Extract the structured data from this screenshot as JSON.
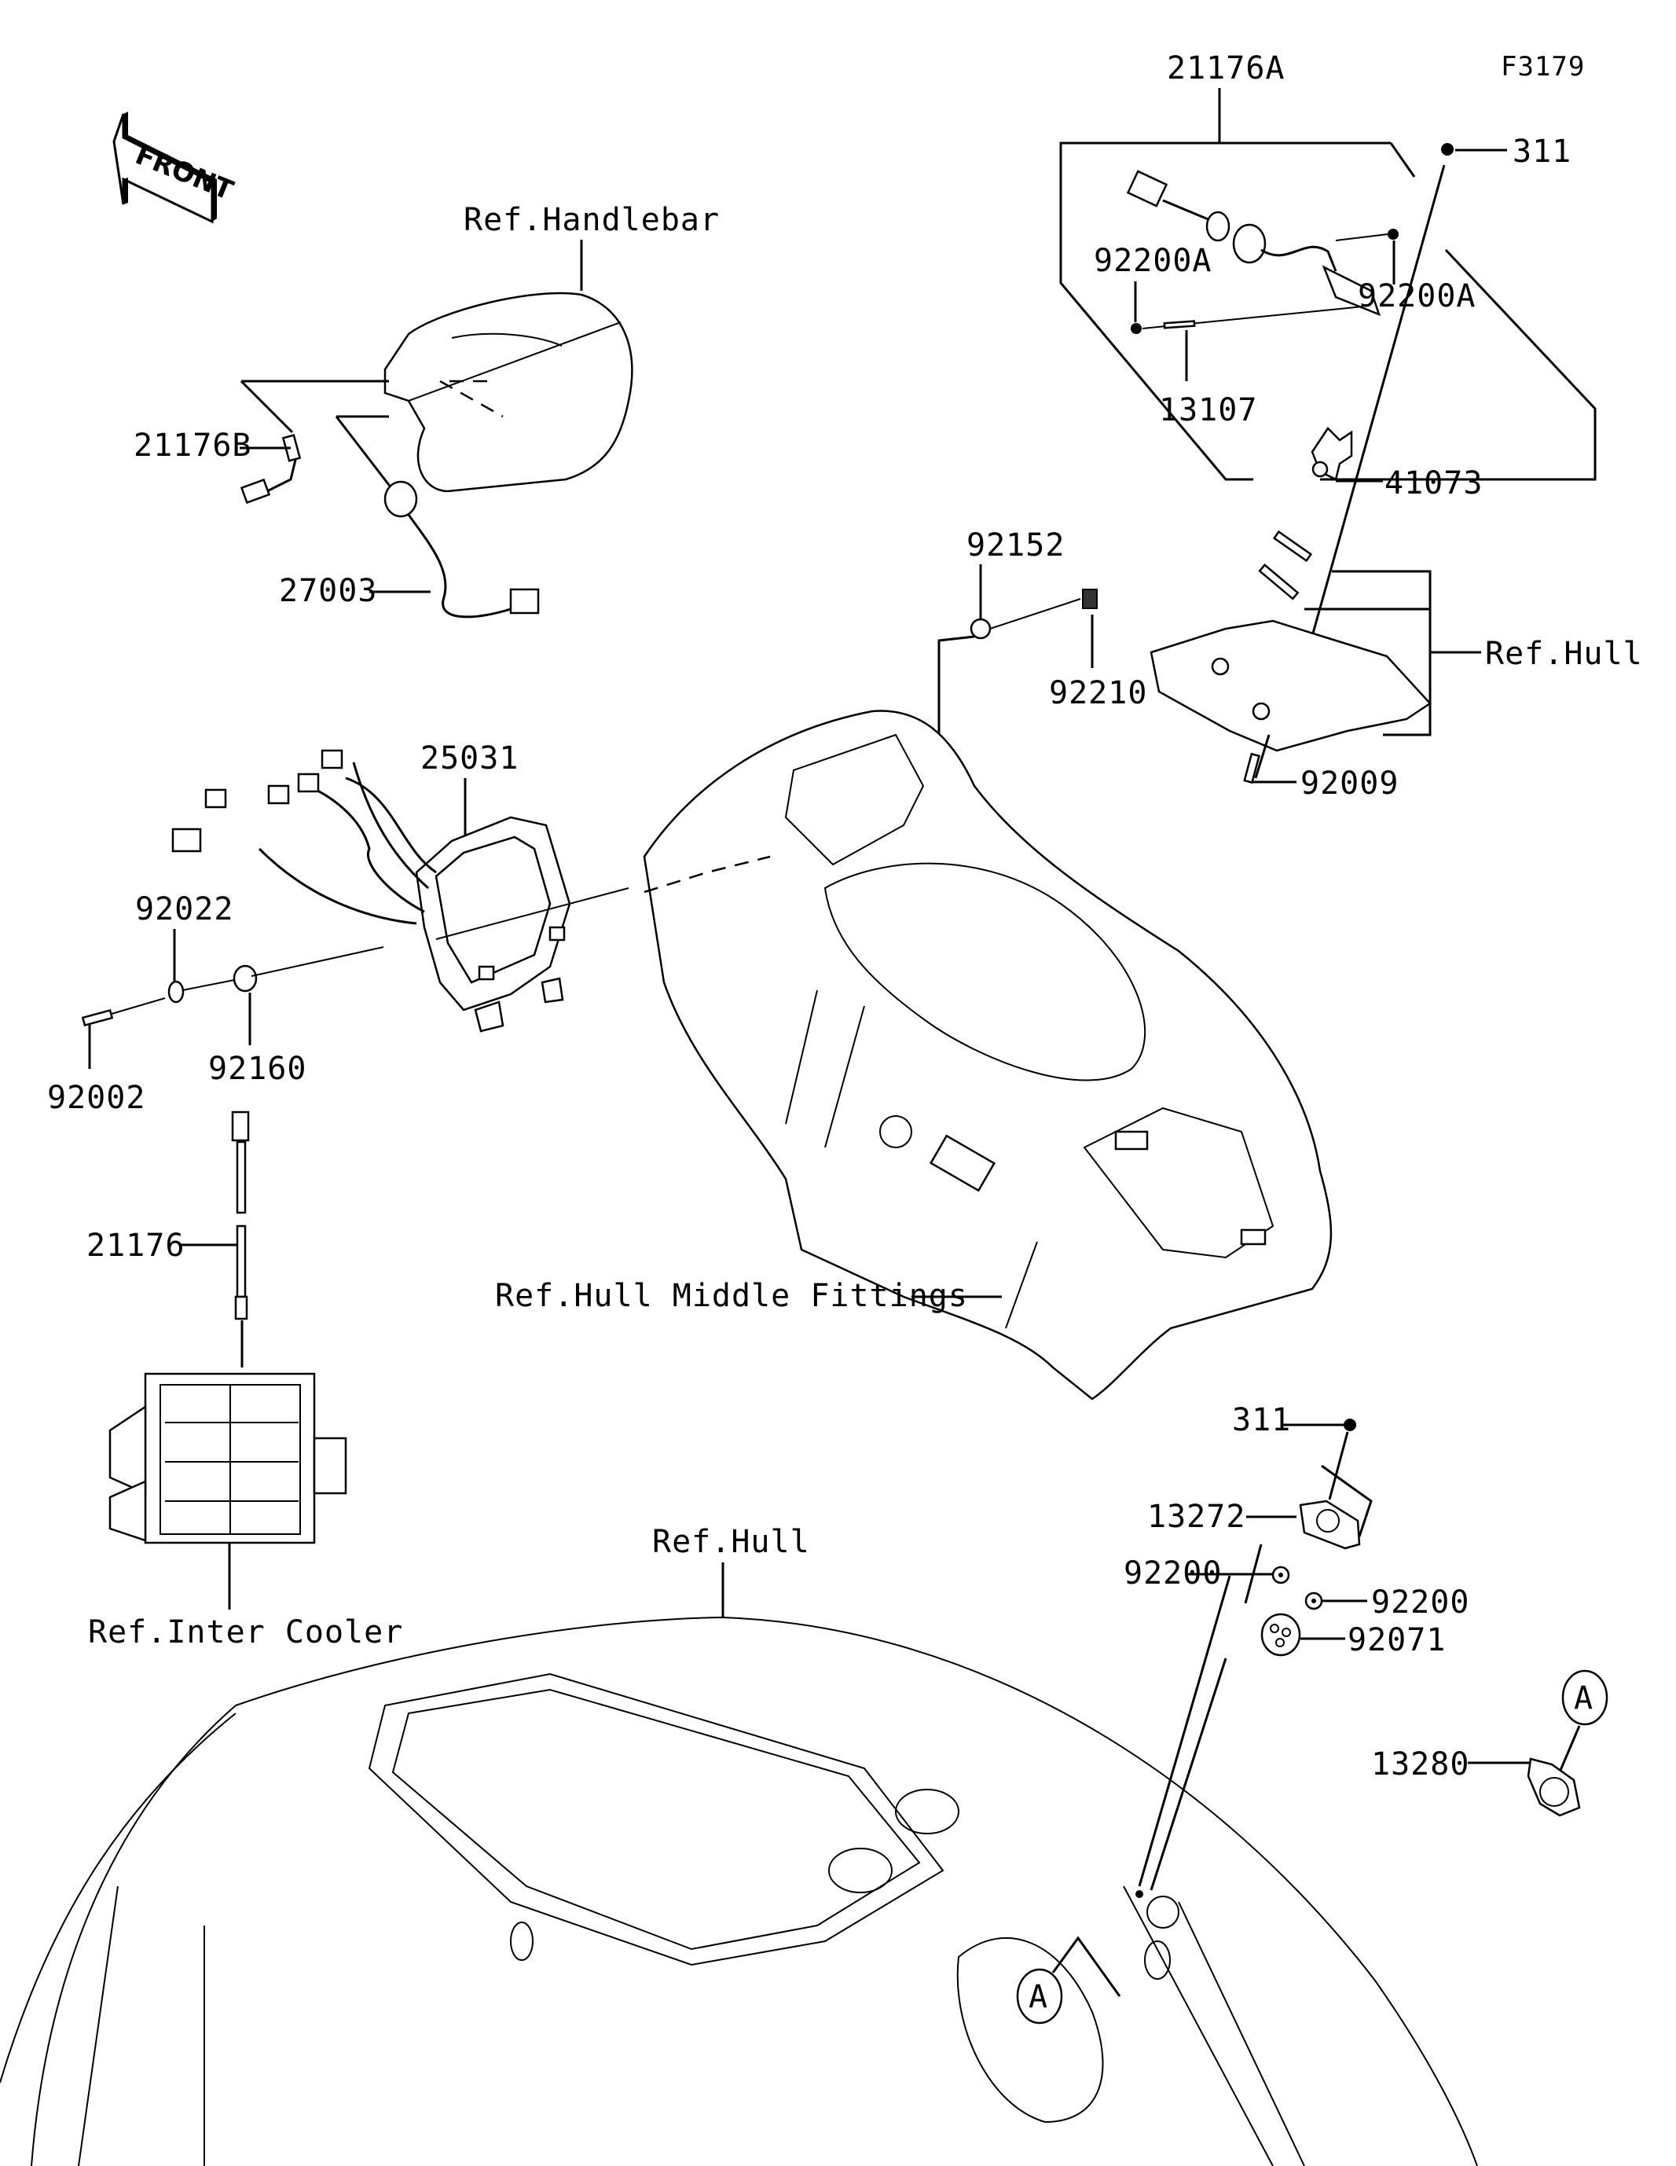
{
  "figure_id": "F3179",
  "front_arrow": {
    "label": "FRONT"
  },
  "callouts": {
    "p21176A": "21176A",
    "p311_top": "311",
    "p92200A_left": "92200A",
    "p92200A_right": "92200A",
    "p13107": "13107",
    "p41073": "41073",
    "ref_handlebar": "Ref.Handlebar",
    "p21176B": "21176B",
    "p27003": "27003",
    "p92152": "92152",
    "p92210": "92210",
    "ref_hull_upper": "Ref.Hull",
    "p92009": "92009",
    "p25031": "25031",
    "p92022": "92022",
    "p92160": "92160",
    "p92002": "92002",
    "p21176": "21176",
    "ref_hull_middle": "Ref.Hull Middle Fittings",
    "ref_inter_cooler": "Ref.Inter Cooler",
    "ref_hull_lower": "Ref.Hull",
    "p311_bottom": "311",
    "p13272": "13272",
    "p92200_left": "92200",
    "p92200_right": "92200",
    "p92071": "92071",
    "p13280": "13280",
    "marker_a_upper": "A",
    "marker_a_lower": "A"
  }
}
